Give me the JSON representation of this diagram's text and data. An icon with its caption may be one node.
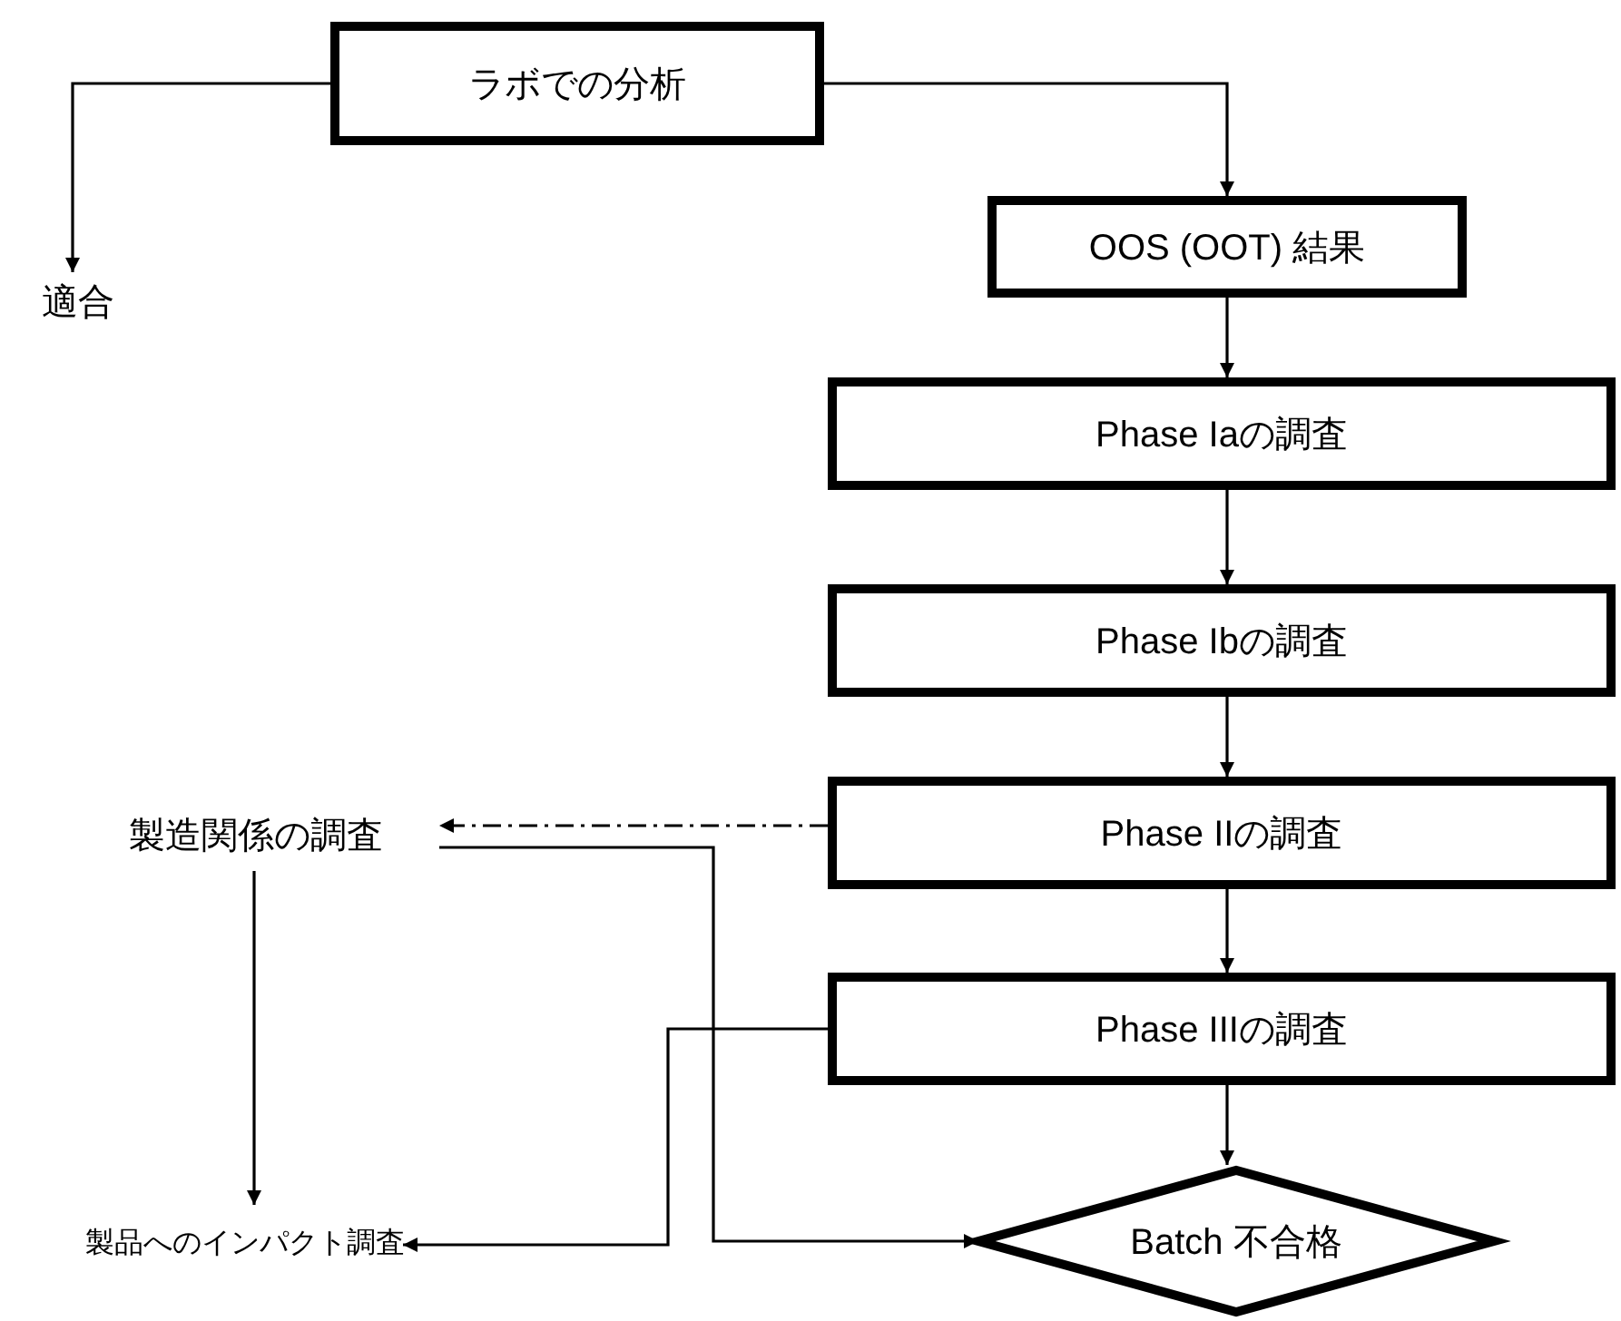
{
  "diagram": {
    "nodes": [
      {
        "text": [
          "ラボでの分析"
        ]
      },
      {
        "text": [
          "適合"
        ]
      },
      {
        "text": [
          "OOS (OOT) 結果"
        ]
      },
      {
        "text": [
          "Phase Iaの調査"
        ]
      },
      {
        "text": [
          "Phase Ibの調査"
        ]
      },
      {
        "text": [
          "Phase IIの調査"
        ]
      },
      {
        "text": [
          "Phase IIIの調査"
        ]
      },
      {
        "text": [
          "Batch 不合格"
        ]
      },
      {
        "text": [
          "製造関係の調査"
        ]
      },
      {
        "text": [
          "製品へのインパクト調査"
        ]
      }
    ],
    "edges": [
      {
        "from": 0,
        "to": 1,
        "arrow": "to"
      },
      {
        "from": 0,
        "to": 2,
        "arrow": "to"
      },
      {
        "from": 2,
        "to": 3,
        "arrow": "to"
      },
      {
        "from": 3,
        "to": 4,
        "arrow": "to"
      },
      {
        "from": 4,
        "to": 5,
        "arrow": "to"
      },
      {
        "from": 5,
        "to": 6,
        "arrow": "to"
      },
      {
        "from": 6,
        "to": 7,
        "arrow": "to"
      },
      {
        "from": 5,
        "to": 8,
        "arrow": "to",
        "style": "dashed"
      },
      {
        "from": 8,
        "to": 7,
        "arrow": "to"
      },
      {
        "from": 6,
        "to": 9,
        "arrow": "to"
      },
      {
        "from": 8,
        "to": 9,
        "arrow": "to"
      }
    ]
  }
}
